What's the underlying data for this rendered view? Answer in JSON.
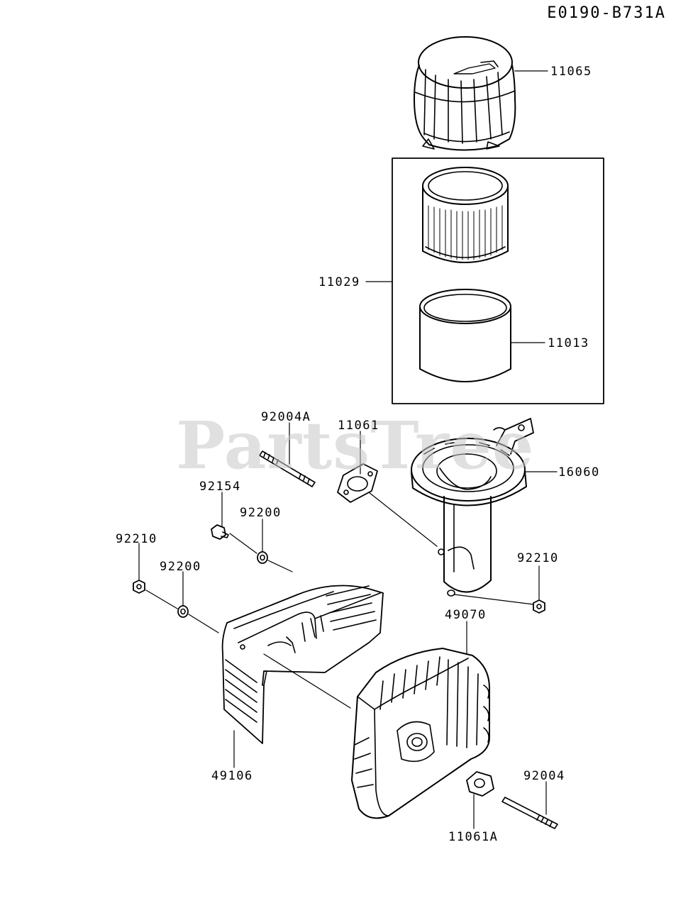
{
  "diagram_code": "E0190-B731A",
  "watermark": "PartsTree",
  "parts": {
    "p11065": "11065",
    "p11029": "11029",
    "p11013": "11013",
    "p92004A": "92004A",
    "p11061": "11061",
    "p16060": "16060",
    "p92154": "92154",
    "p92200a": "92200",
    "p92210a": "92210",
    "p92200b": "92200",
    "p92210b": "92210",
    "p49070": "49070",
    "p49106": "49106",
    "p92004": "92004",
    "p11061A": "11061A"
  },
  "colors": {
    "line": "#000000",
    "watermark": "#c8c8c8",
    "background": "#ffffff"
  }
}
